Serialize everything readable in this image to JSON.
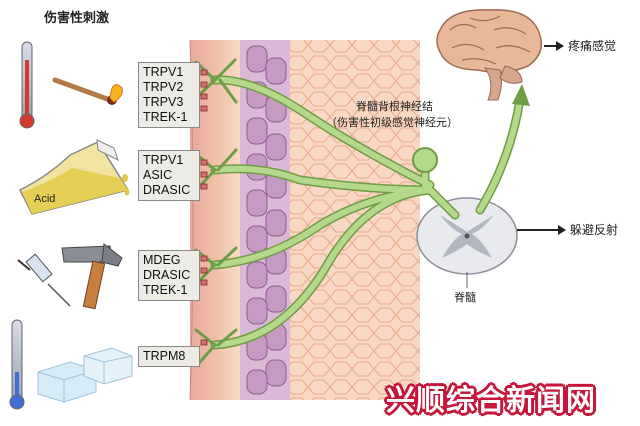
{
  "header": {
    "title": "伤害性刺激"
  },
  "stimuli": [
    {
      "icon": "thermometer-hot-icon",
      "object": "match-flame-icon",
      "receptors": [
        "TRPV1",
        "TRPV2",
        "TRPV3",
        "TREK-1"
      ]
    },
    {
      "icon": "flask-icon",
      "object_label": "Acid",
      "receptors": [
        "TRPV1",
        "ASIC",
        "DRASIC"
      ]
    },
    {
      "icon": "syringe-icon",
      "object": "hammer-icon",
      "receptors": [
        "MDEG",
        "DRASIC",
        "TREK-1"
      ]
    },
    {
      "icon": "thermometer-cold-icon",
      "object": "ice-cube-icon",
      "receptors": [
        "TRPM8"
      ]
    }
  ],
  "labels": {
    "ganglion": "脊髓背根神经结",
    "ganglion_sub": "（伤害性初级感觉神经元）",
    "pain": "疼痛感觉",
    "reflex": "躲避反射",
    "spinal_cord": "脊髓"
  },
  "watermark": "兴顺综合新闻网",
  "colors": {
    "nerve": "#b5d98a",
    "nerve_outline": "#6f9d45",
    "skin": "#f2c6a7",
    "cells": "#c9a9cf",
    "brain": "#e7b89a"
  }
}
